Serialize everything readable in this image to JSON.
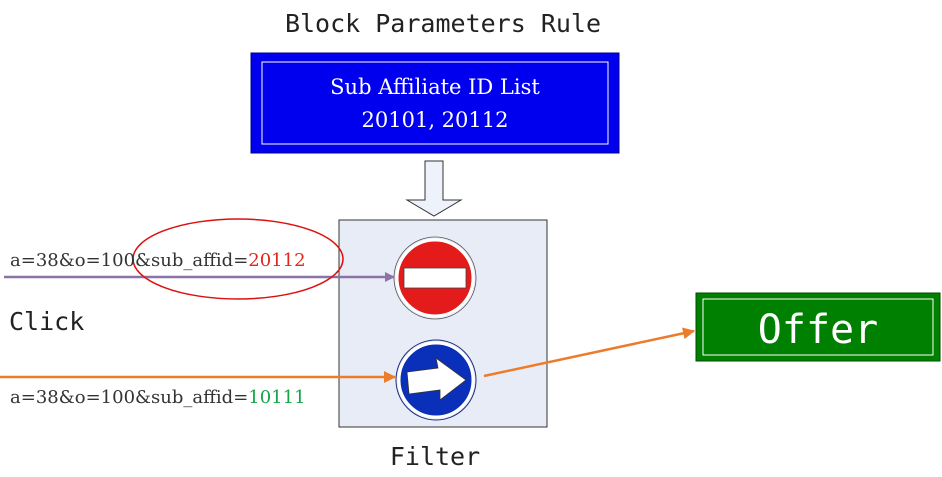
{
  "title": "Block Parameters Rule",
  "rule_box": {
    "line1": "Sub Affiliate ID List",
    "line2": "20101, 20112"
  },
  "blocked_click": {
    "prefix": "a=38&o=100&sub_affid=",
    "value": "20112"
  },
  "allowed_click": {
    "prefix": "a=38&o=100&sub_affid=",
    "value": "10111"
  },
  "click_label": "Click",
  "filter_label": "Filter",
  "offer_label": "Offer",
  "colors": {
    "rule_box_fill": "#0000ee",
    "filter_fill": "#e8ecf6",
    "offer_fill": "#008000",
    "block_sign": "#e31b1b",
    "allow_sign": "#0a2fb8",
    "blocked_arrow": "#8b73a8",
    "allowed_arrow": "#ec7c2a",
    "blocked_value": "#e0281e",
    "allowed_value": "#17a34a",
    "highlight_ellipse": "#dd1010"
  },
  "icons": {
    "block": "no-entry-icon",
    "allow": "right-arrow-sign-icon",
    "down_arrow": "down-arrow-icon"
  }
}
